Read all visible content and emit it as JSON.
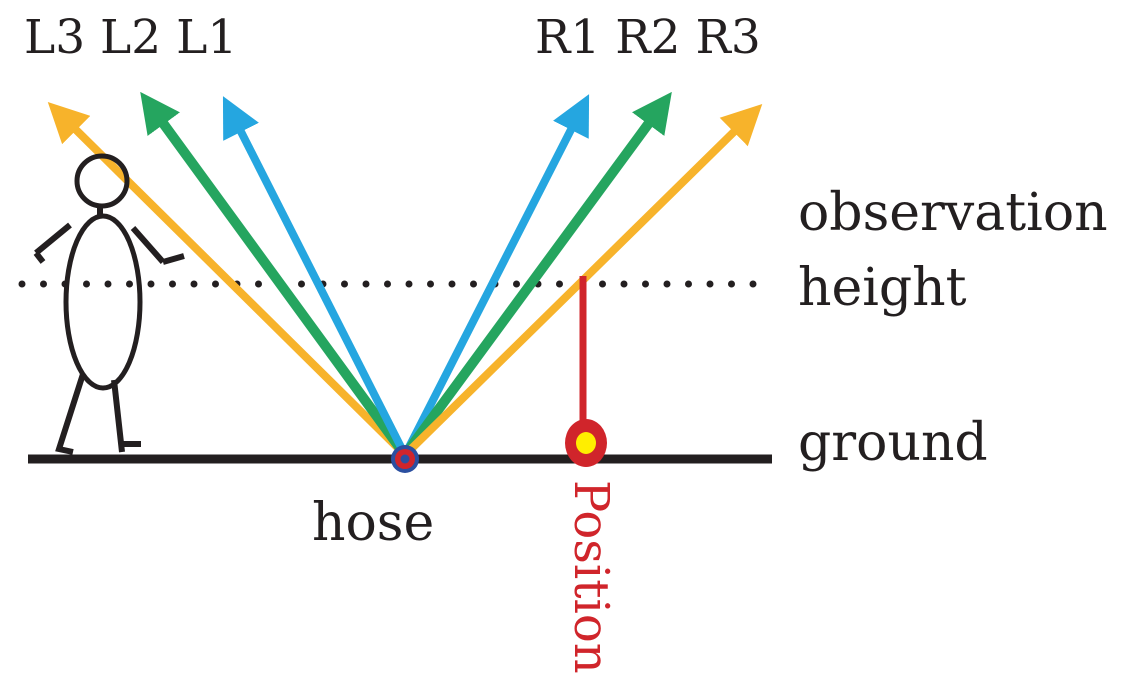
{
  "labels": {
    "left_group": "L3 L2 L1",
    "right_group": "R1 R2 R3",
    "observation": "observation",
    "height": "height",
    "ground": "ground",
    "hose": "hose",
    "position": "Position"
  },
  "colors": {
    "orange": "#f7b32b",
    "green": "#25a55f",
    "blue": "#25a6e0",
    "red": "#d0252b",
    "yellow": "#ffee00",
    "dark": "#231f20"
  }
}
